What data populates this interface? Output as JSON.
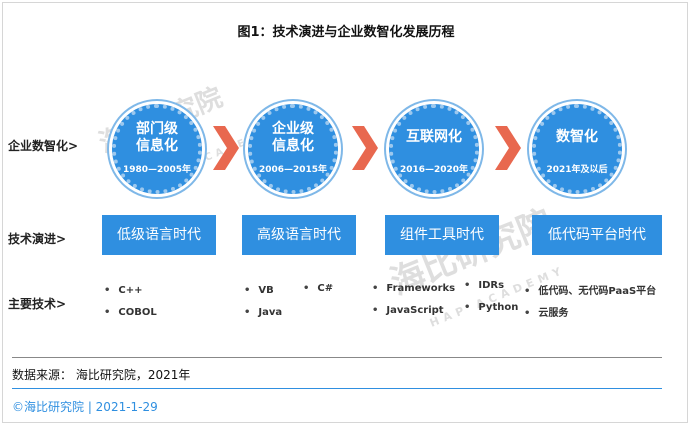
{
  "title": "图1：技术演进与企业数智化发展历程",
  "row_labels": {
    "digitalization": "企业数智化>",
    "evolution": "技术演进>",
    "main_tech": "主要技术>"
  },
  "stages": [
    {
      "title_line1": "部门级",
      "title_line2": "信息化",
      "years": "1980—2005年",
      "era": "低级语言时代",
      "tech": [
        "C++",
        "COBOL"
      ]
    },
    {
      "title_line1": "企业级",
      "title_line2": "信息化",
      "years": "2006—2015年",
      "era": "高级语言时代",
      "tech": [
        "VB",
        "C#",
        "Java"
      ]
    },
    {
      "title_line1": "互联网化",
      "title_line2": "",
      "years": "2016—2020年",
      "era": "组件工具时代",
      "tech": [
        "Frameworks",
        "IDRs",
        "JavaScript",
        "Python"
      ]
    },
    {
      "title_line1": "数智化",
      "title_line2": "",
      "years": "2021年及以后",
      "era": "低代码平台时代",
      "tech": [
        "低代码、无代码PaaS平台",
        "云服务"
      ]
    }
  ],
  "source": "数据来源： 海比研究院，2021年",
  "copyright": "©海比研究院 | 2021-1-29",
  "watermark": {
    "main": "海比研究院",
    "sub": "HAP ACADEMY"
  },
  "colors": {
    "primary": "#2f8fe0",
    "arrow": "#e8684f"
  }
}
